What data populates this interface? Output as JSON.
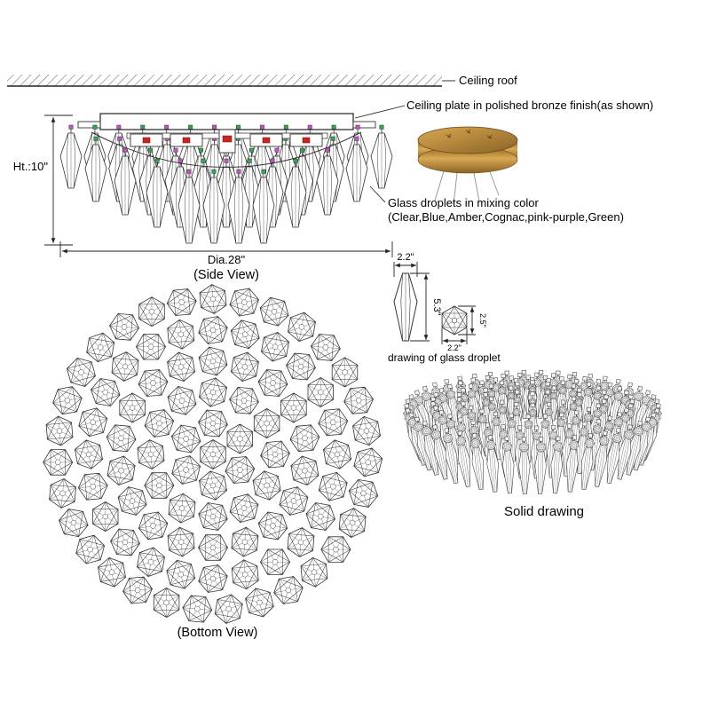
{
  "labels": {
    "ceiling_roof": "Ceiling roof",
    "ceiling_plate": "Ceiling plate in polished bronze finish(as shown)",
    "glass_droplets_1": "Glass droplets in mixing color",
    "glass_droplets_2": "(Clear,Blue,Amber,Cognac,pink-purple,Green)",
    "droplet_caption": "drawing of glass droplet",
    "side_view": "(Side View)",
    "bottom_view": "(Bottom View)",
    "solid_drawing": "Solid drawing"
  },
  "dimensions": {
    "height": "Ht.:10\"",
    "diameter": "Dia.28\"",
    "droplet_width": "2.2\"",
    "droplet_height": "5.3\"",
    "droplet_top_height": "2.5\"",
    "droplet_top_width": "2.2\""
  },
  "colors": {
    "line": "#333333",
    "hanger_green": "#2daa4f",
    "hanger_magenta": "#c94fc9",
    "socket_red": "#cc2222",
    "bronze_light": "#d8a852",
    "bronze_dark": "#8a6325",
    "wire_gray": "#999999"
  }
}
